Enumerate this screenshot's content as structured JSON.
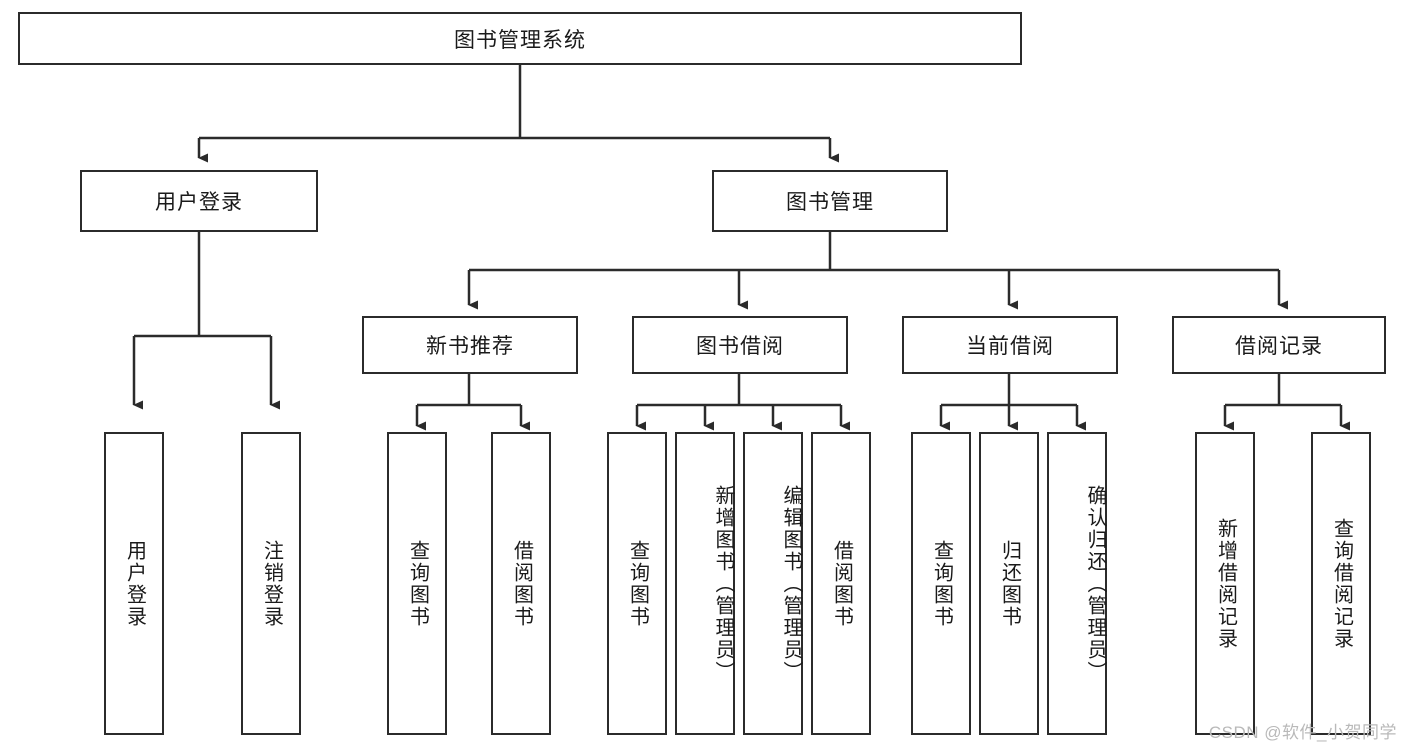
{
  "diagram": {
    "title": "图书管理系统",
    "type": "tree-hierarchy-chart",
    "watermark": "CSDN @软件_小贺同学",
    "colors": {
      "stroke": "#2b2b2b",
      "fill": "#ffffff",
      "text": "#1a1a1a",
      "watermark": "#b9b9b9"
    },
    "root": {
      "label": "图书管理系统"
    },
    "level2": [
      {
        "label": "用户登录"
      },
      {
        "label": "图书管理"
      }
    ],
    "level3": [
      {
        "label": "新书推荐"
      },
      {
        "label": "图书借阅"
      },
      {
        "label": "当前借阅"
      },
      {
        "label": "借阅记录"
      }
    ],
    "leaves": {
      "user_login": [
        {
          "label": "用户登录"
        },
        {
          "label": "注销登录"
        }
      ],
      "new_book_recommend": [
        {
          "label": "查询图书"
        },
        {
          "label": "借阅图书"
        }
      ],
      "book_borrow": [
        {
          "label": "查询图书"
        },
        {
          "label": "新增图书（管理员）"
        },
        {
          "label": "编辑图书（管理员）"
        },
        {
          "label": "借阅图书"
        }
      ],
      "current_borrow": [
        {
          "label": "查询图书"
        },
        {
          "label": "归还图书"
        },
        {
          "label": "确认归还（管理员）"
        }
      ],
      "borrow_records": [
        {
          "label": "新增借阅记录"
        },
        {
          "label": "查询借阅记录"
        }
      ]
    }
  }
}
